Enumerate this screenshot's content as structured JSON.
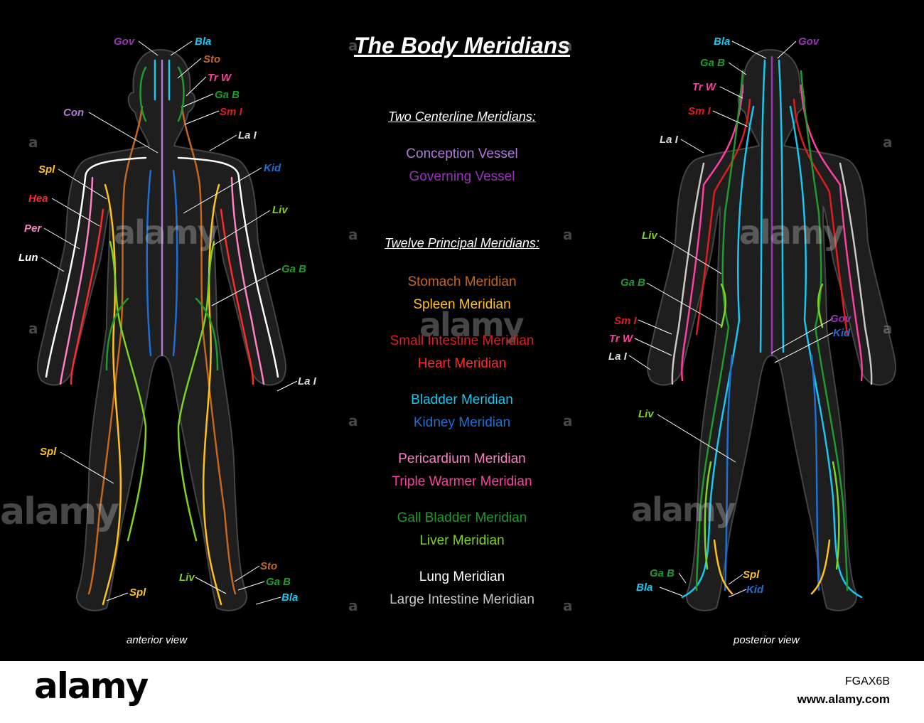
{
  "title": "The Body Meridians",
  "centerline_heading": "Two Centerline Meridians:",
  "centerline": [
    {
      "label": "Conception Vessel",
      "color": "#b07ad8"
    },
    {
      "label": "Governing Vessel",
      "color": "#9a33b8"
    }
  ],
  "principal_heading": "Twelve Principal Meridians:",
  "principal": [
    {
      "label": "Stomach Meridian",
      "color": "#c4671d"
    },
    {
      "label": "Spleen Meridian",
      "color": "#ffc21c"
    },
    {
      "label": "Small Intestine Meridian",
      "color": "#e01c1c"
    },
    {
      "label": "Heart Meridian",
      "color": "#ff2a2a"
    },
    {
      "label": "Bladder Meridian",
      "color": "#19c6f0"
    },
    {
      "label": "Kidney Meridian",
      "color": "#1e6fd0"
    },
    {
      "label": "Pericardium Meridian",
      "color": "#ff7fc6"
    },
    {
      "label": "Triple Warmer Meridian",
      "color": "#ff3fa0"
    },
    {
      "label": "Gall Bladder Meridian",
      "color": "#1f9a2e"
    },
    {
      "label": "Liver Meridian",
      "color": "#7ed321"
    },
    {
      "label": "Lung Meridian",
      "color": "#ffffff"
    },
    {
      "label": "Large Intestine Meridian",
      "color": "#c8c8c8"
    }
  ],
  "views": {
    "anterior": "anterior view",
    "posterior": "posterior view"
  },
  "anterior_labels": [
    {
      "text": "Gov",
      "color": "#9a33b8"
    },
    {
      "text": "Bla",
      "color": "#19c6f0"
    },
    {
      "text": "Sto",
      "color": "#c4671d"
    },
    {
      "text": "Tr W",
      "color": "#ff3fa0"
    },
    {
      "text": "Ga B",
      "color": "#1f9a2e"
    },
    {
      "text": "Sm I",
      "color": "#e01c1c"
    },
    {
      "text": "Con",
      "color": "#b07ad8"
    },
    {
      "text": "La I",
      "color": "#dcdcdc"
    },
    {
      "text": "Kid",
      "color": "#1e6fd0"
    },
    {
      "text": "Spl",
      "color": "#ffc21c"
    },
    {
      "text": "Hea",
      "color": "#ff2a2a"
    },
    {
      "text": "Liv",
      "color": "#7ed321"
    },
    {
      "text": "Per",
      "color": "#ff7fc6"
    },
    {
      "text": "Lun",
      "color": "#ffffff"
    },
    {
      "text": "Ga B",
      "color": "#1f9a2e"
    },
    {
      "text": "La I",
      "color": "#dcdcdc"
    },
    {
      "text": "Spl",
      "color": "#ffc21c"
    },
    {
      "text": "Sto",
      "color": "#c4671d"
    },
    {
      "text": "Liv",
      "color": "#7ed321"
    },
    {
      "text": "Ga B",
      "color": "#1f9a2e"
    },
    {
      "text": "Spl",
      "color": "#ffc21c"
    },
    {
      "text": "Bla",
      "color": "#19c6f0"
    }
  ],
  "posterior_labels": [
    {
      "text": "Bla",
      "color": "#19c6f0"
    },
    {
      "text": "Gov",
      "color": "#9a33b8"
    },
    {
      "text": "Ga B",
      "color": "#1f9a2e"
    },
    {
      "text": "Tr W",
      "color": "#ff3fa0"
    },
    {
      "text": "Sm I",
      "color": "#e01c1c"
    },
    {
      "text": "La I",
      "color": "#dcdcdc"
    },
    {
      "text": "Liv",
      "color": "#7ed321"
    },
    {
      "text": "Ga B",
      "color": "#1f9a2e"
    },
    {
      "text": "Sm I",
      "color": "#e01c1c"
    },
    {
      "text": "Gov",
      "color": "#9a33b8"
    },
    {
      "text": "Tr W",
      "color": "#ff3fa0"
    },
    {
      "text": "Kid",
      "color": "#1e6fd0"
    },
    {
      "text": "La I",
      "color": "#dcdcdc"
    },
    {
      "text": "Liv",
      "color": "#7ed321"
    },
    {
      "text": "Ga B",
      "color": "#1f9a2e"
    },
    {
      "text": "Spl",
      "color": "#ffc21c"
    },
    {
      "text": "Bla",
      "color": "#19c6f0"
    },
    {
      "text": "Kid",
      "color": "#1e6fd0"
    }
  ],
  "watermark": {
    "text": "alamy",
    "small": "a"
  },
  "footer": {
    "logo": "alamy",
    "image_id": "FGAX6B",
    "site": "www.alamy.com"
  }
}
